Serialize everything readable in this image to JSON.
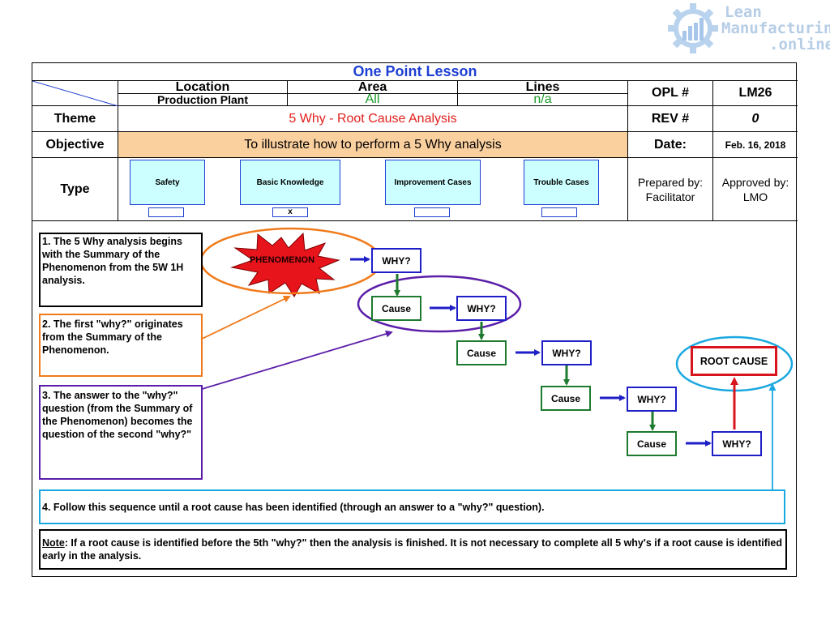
{
  "watermark": {
    "line1": "Lean",
    "line2": "Manufacturing",
    "line3": ".online"
  },
  "header": {
    "title": "One Point Lesson",
    "location_label": "Location",
    "location_value": "Production Plant",
    "area_label": "Area",
    "area_value": "All",
    "lines_label": "Lines",
    "lines_value": "n/a",
    "opl_label": "OPL #",
    "opl_value": "LM26",
    "theme_label": "Theme",
    "theme_value": "5 Why - Root Cause Analysis",
    "rev_label": "REV #",
    "rev_value": "0",
    "objective_label": "Objective",
    "objective_value": "To illustrate how to perform a 5 Why analysis",
    "date_label": "Date:",
    "date_value": "Feb. 16, 2018",
    "type_label": "Type",
    "types": [
      {
        "label": "Safety",
        "checked": ""
      },
      {
        "label": "Basic Knowledge",
        "checked": "x"
      },
      {
        "label": "Improvement Cases",
        "checked": ""
      },
      {
        "label": "Trouble Cases",
        "checked": ""
      }
    ],
    "prepared_label": "Prepared by:",
    "prepared_value": "Facilitator",
    "approved_label": "Approved by:",
    "approved_value": "LMO"
  },
  "notes": {
    "step1": "1.  The 5 Why analysis begins with the Summary of the Phenomenon from the 5W 1H analysis.",
    "step2": "2.  The first \"why?\" originates from the Summary of the Phenomenon.",
    "step3": "3.  The answer to the \"why?\" question (from the Summary of the Phenomenon) becomes the question of the second \"why?\"",
    "step4": "4.  Follow this sequence until a root cause has been identified (through an answer to a \"why?\" question).",
    "note_label": "Note",
    "note_text": ":  If a root cause is identified before the 5th \"why?\" then the analysis is finished.  It is not necessary to complete all 5 why's if a root cause is identified early in the analysis."
  },
  "flow": {
    "phenomenon": "PHENOMENON",
    "why": "WHY?",
    "cause": "Cause",
    "root_cause": "ROOT CAUSE"
  },
  "colors": {
    "title_blue": "#1f3fd1",
    "theme_red": "#e0201c",
    "area_green": "#1a9a2a",
    "objective_bg": "#fbd09f",
    "type_bg": "#ccffff",
    "why_border": "#1f1fc8",
    "cause_border": "#1e7a2e",
    "root_red": "#d8141c",
    "orange": "#f07a1a",
    "purple": "#5a1ea8",
    "cyan": "#1aa8e0"
  }
}
